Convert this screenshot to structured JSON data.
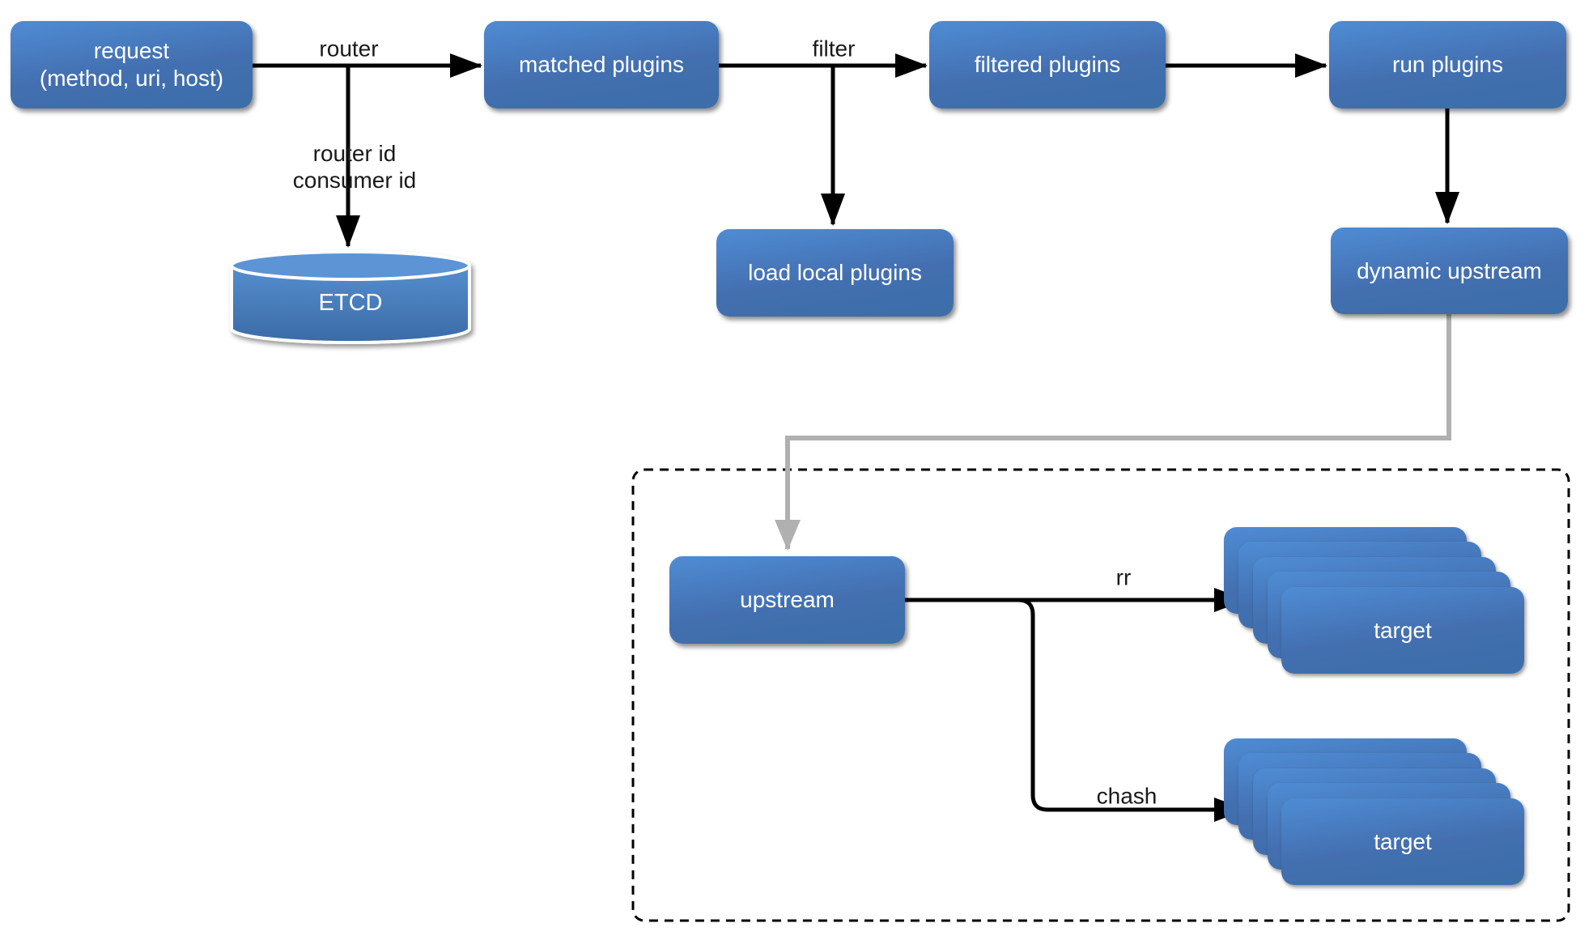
{
  "diagram": {
    "nodes": {
      "request": {
        "line1": "request",
        "line2": "(method, uri, host)"
      },
      "matched_plugins": {
        "label": "matched plugins"
      },
      "filtered_plugins": {
        "label": "filtered plugins"
      },
      "run_plugins": {
        "label": "run plugins"
      },
      "load_local_plugins": {
        "label": "load local plugins"
      },
      "etcd": {
        "label": "ETCD"
      },
      "dynamic_upstream": {
        "label": "dynamic upstream"
      },
      "upstream": {
        "label": "upstream"
      },
      "target_rr": {
        "label": "target",
        "layers": 5
      },
      "target_chash": {
        "label": "target",
        "layers": 5
      }
    },
    "edge_labels": {
      "router": "router",
      "router_id": "router id",
      "consumer_id": "consumer id",
      "filter": "filter",
      "rr": "rr",
      "chash": "chash"
    },
    "colors": {
      "node_gradient_top": "#4f8cd4",
      "node_gradient_bottom": "#3b6ea9",
      "edge_black": "#000000",
      "edge_gray": "#b0b0b0",
      "label_text": "#1a1a1a",
      "node_text": "#ffffff"
    }
  }
}
